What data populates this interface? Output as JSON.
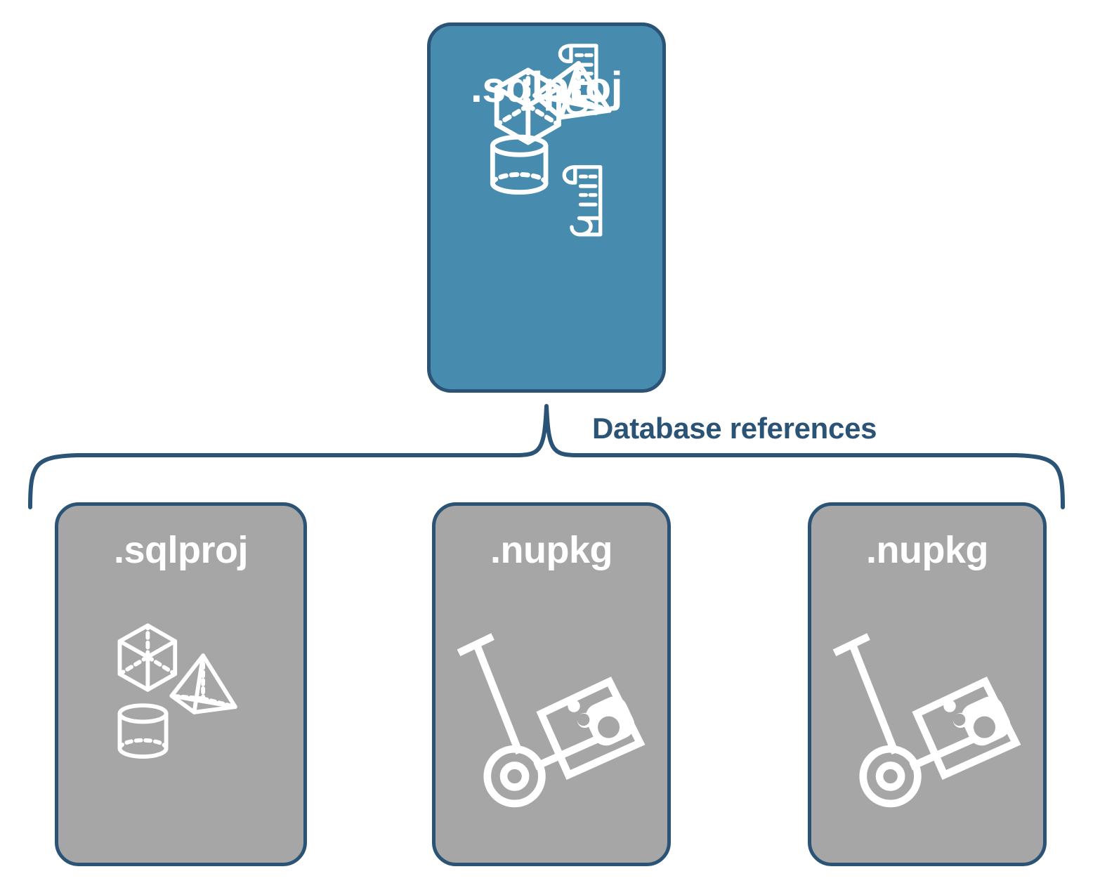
{
  "diagram": {
    "title_text": "Database references",
    "colors": {
      "primary_fill": "#478cae",
      "secondary_fill": "#a6a6a6",
      "border": "#2b5375",
      "label_text": "#2b5375",
      "icon_stroke": "#ffffff",
      "background": "#ffffff"
    },
    "root": {
      "label": ".sqlproj",
      "fill": "primary",
      "icons": [
        "cube-icon",
        "pyramid-icon",
        "cylinder-icon",
        "script-scroll-icon",
        "script-scroll-icon"
      ]
    },
    "children": [
      {
        "label": ".sqlproj",
        "fill": "secondary",
        "icons": [
          "cube-icon",
          "pyramid-icon",
          "cylinder-icon"
        ]
      },
      {
        "label": ".nupkg",
        "fill": "secondary",
        "icons": [
          "hand-truck-package-icon"
        ]
      },
      {
        "label": ".nupkg",
        "fill": "secondary",
        "icons": [
          "hand-truck-package-icon"
        ]
      }
    ],
    "connector": {
      "type": "curly-brace",
      "label": "Database references"
    }
  }
}
